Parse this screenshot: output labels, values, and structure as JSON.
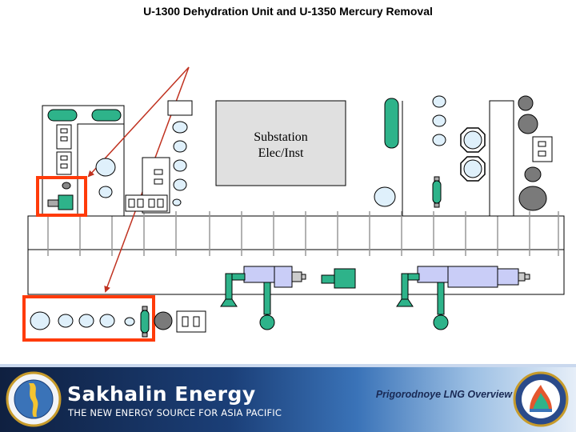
{
  "slide": {
    "title": "U-1300 Dehydration Unit and  U-1350 Mercury Removal"
  },
  "diagram": {
    "substation_line1": "Substation",
    "substation_line2": "Elec/Inst",
    "colors": {
      "equipment_green": "#2eb38a",
      "compressor_lilac": "#c9cdf7",
      "vessel_blue": "#dff0fb",
      "highlight_orange": "#ff3b0a",
      "leader_red": "#c03220",
      "gray": "#8a8a8a",
      "dark_gray": "#7a7a7a"
    }
  },
  "banner": {
    "company_name": "Sakhalin Energy",
    "tagline": "THE NEW ENERGY SOURCE FOR ASIA PACIFIC",
    "presentation_title": "Prigorodnoye LNG Overview",
    "colors": {
      "dark": "#0f2040",
      "mid": "#3a73b8",
      "light": "#e6eef8"
    },
    "logo_left_icon": "sakhalin-seal-left-icon",
    "logo_right_icon": "sakhalin-seal-right-icon"
  }
}
